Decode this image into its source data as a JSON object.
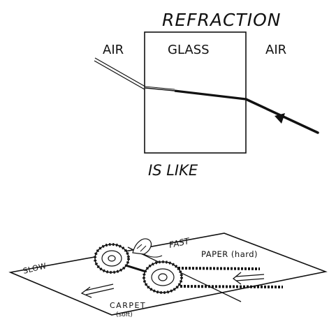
{
  "diagram": {
    "title": "REFRACTION",
    "label_air_left": "AIR",
    "label_glass": "GLASS",
    "label_air_right": "AIR",
    "caption": "IS LIKE",
    "label_fast": "FAST",
    "label_paper": "PAPER (hard)",
    "label_slow": "SLOW",
    "label_carpet": "CARPET",
    "label_soft": "(soft)"
  },
  "colors": {
    "ink": "#111111",
    "paper": "#ffffff"
  }
}
